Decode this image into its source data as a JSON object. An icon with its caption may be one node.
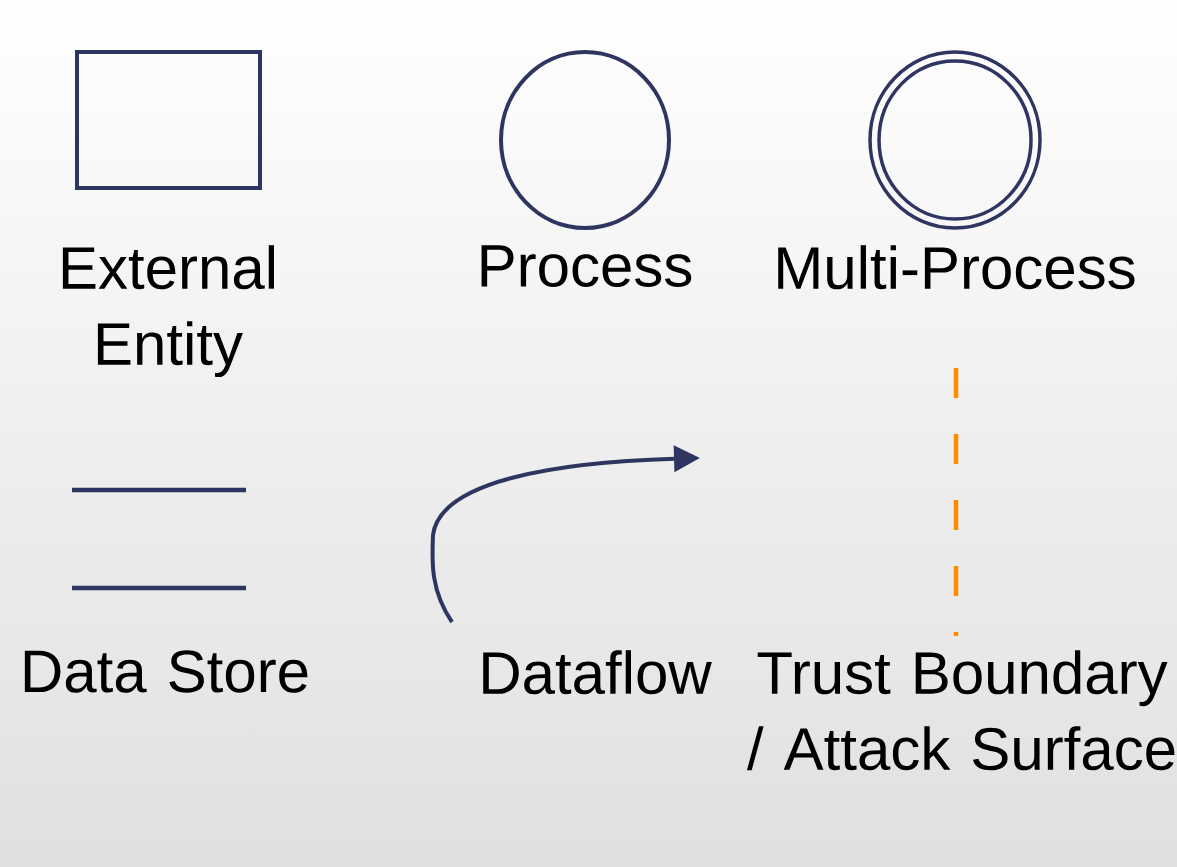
{
  "diagram": {
    "nodes": [
      {
        "text": [
          "External Entity"
        ]
      },
      {
        "text": [
          "Process"
        ]
      },
      {
        "text": [
          "Multi-Process"
        ]
      },
      {
        "text": [
          "Data Store"
        ]
      },
      {
        "text": [
          "Dataflow"
        ]
      },
      {
        "text": [
          "Trust Boundary / Attack Surface"
        ]
      }
    ]
  }
}
